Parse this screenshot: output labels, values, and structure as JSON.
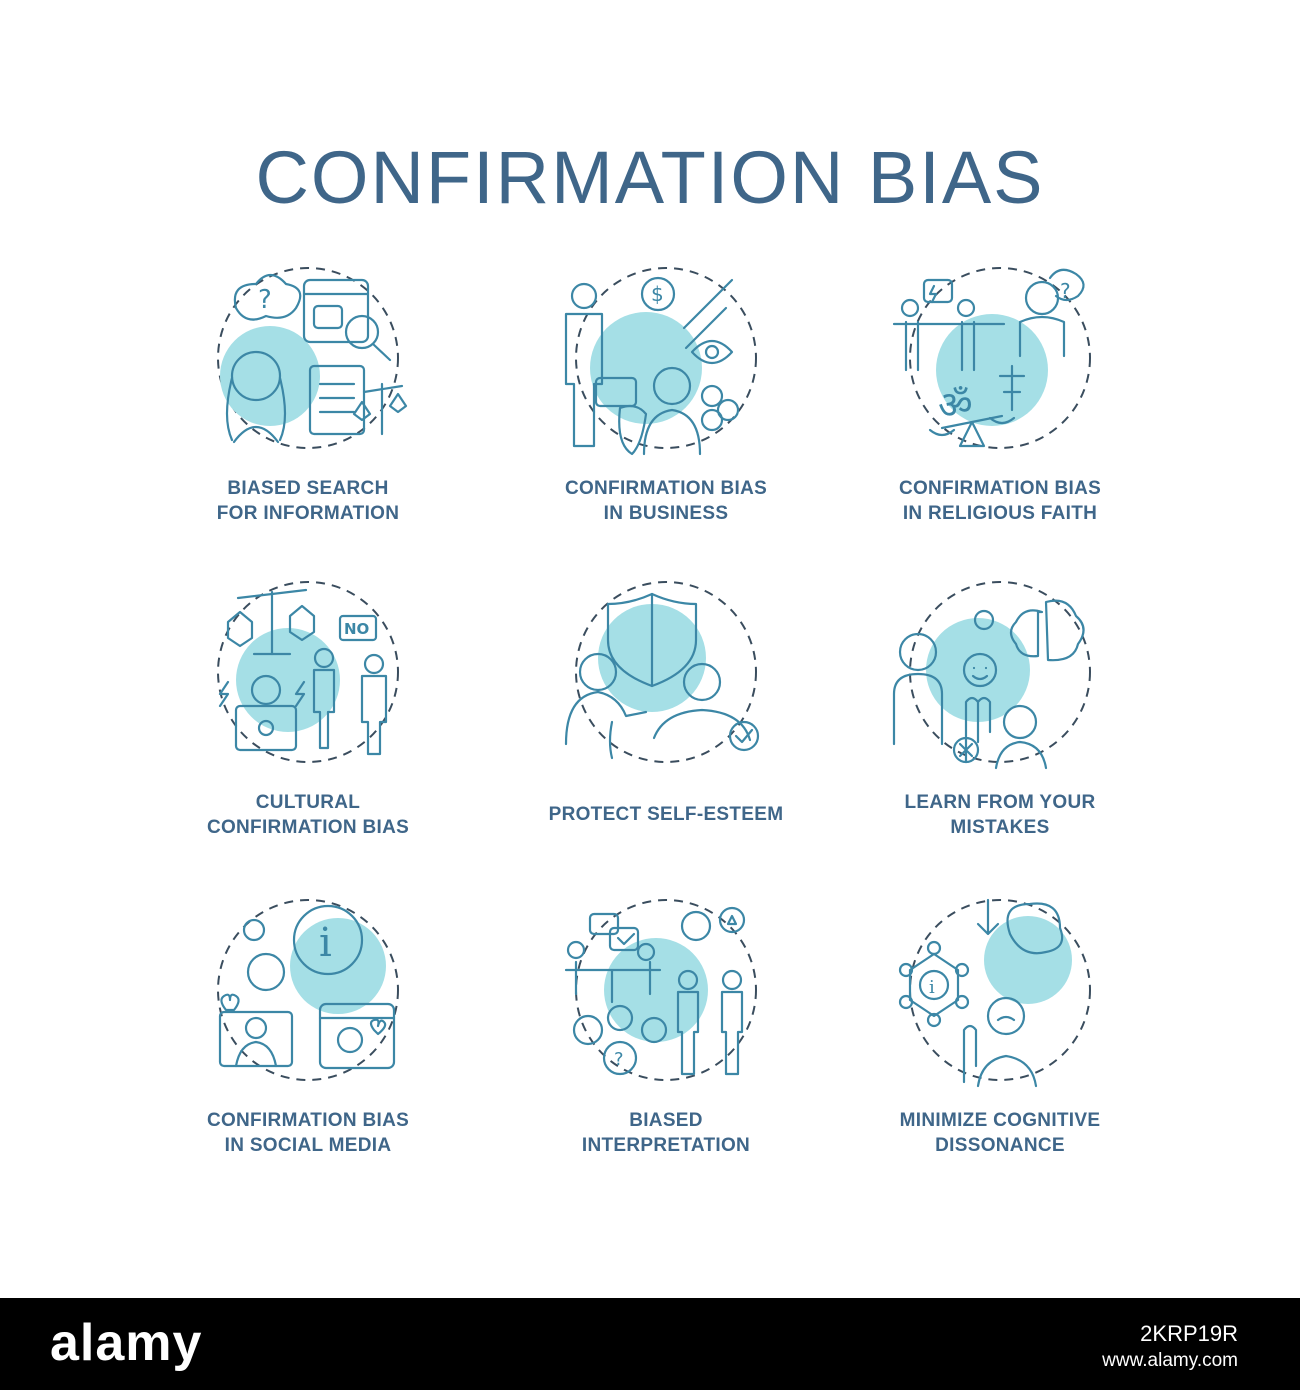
{
  "title": "CONFIRMATION BIAS",
  "icons": [
    {
      "name": "biased-search",
      "icon": "magnifier-question-icon",
      "lines": [
        "BIASED SEARCH",
        "FOR INFORMATION"
      ]
    },
    {
      "name": "business",
      "icon": "businessman-dollar-icon",
      "lines": [
        "CONFIRMATION BIAS",
        "IN BUSINESS"
      ]
    },
    {
      "name": "religious-faith",
      "icon": "religion-scales-icon",
      "lines": [
        "CONFIRMATION BIAS",
        "IN RELIGIOUS FAITH"
      ]
    },
    {
      "name": "cultural",
      "icon": "culture-scales-icon",
      "lines": [
        "CULTURAL",
        "CONFIRMATION BIAS"
      ]
    },
    {
      "name": "self-esteem",
      "icon": "shield-people-icon",
      "lines": [
        "PROTECT SELF-ESTEEM"
      ]
    },
    {
      "name": "learn-mistakes",
      "icon": "brain-gears-icon",
      "lines": [
        "LEARN FROM YOUR",
        "MISTAKES"
      ]
    },
    {
      "name": "social-media",
      "icon": "info-social-icon",
      "lines": [
        "CONFIRMATION BIAS",
        "IN SOCIAL MEDIA"
      ]
    },
    {
      "name": "biased-interpretation",
      "icon": "discussion-people-icon",
      "lines": [
        "BIASED",
        "INTERPRETATION"
      ]
    },
    {
      "name": "cognitive-dissonance",
      "icon": "network-hand-icon",
      "lines": [
        "MINIMIZE COGNITIVE",
        "DISSONANCE"
      ]
    }
  ],
  "footer": {
    "logo": "alamy",
    "image_id": "2KRP19R",
    "url": "www.alamy.com"
  },
  "colors": {
    "title": "#3f6689",
    "accent_fill": "#a5dfe6",
    "stroke": "#3c87a6"
  }
}
